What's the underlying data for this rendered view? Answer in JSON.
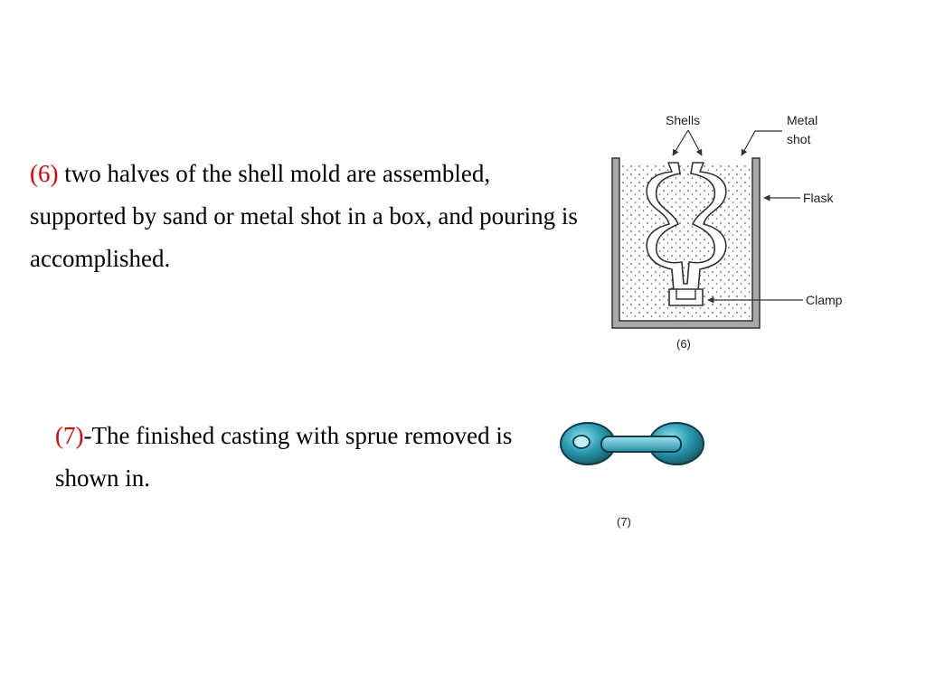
{
  "step6": {
    "number": "(6)",
    "text": " two halves of the shell mold are assembled, supported by sand or metal shot in a box, and pouring is accomplished."
  },
  "step7": {
    "number": "(7)",
    "text": "-The finished casting with sprue removed is shown in."
  },
  "figure6": {
    "labels": {
      "shells": "Shells",
      "metal": "Metal",
      "shot": "shot",
      "flask": "Flask",
      "clamp": "Clamp"
    },
    "caption": "(6)"
  },
  "figure7": {
    "caption": "(7)",
    "casting_color": "#2a9bb0"
  }
}
